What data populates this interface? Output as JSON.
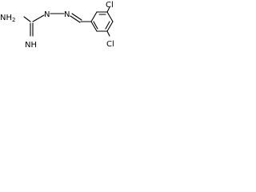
{
  "molecule": {
    "labels": {
      "nh2": "NH",
      "nh2_subscript": "2",
      "nh_imine": "NH",
      "n_hydrazone_1": "N",
      "n_hydrazone_2": "N",
      "cl_top": "Cl",
      "cl_bottom": "Cl"
    },
    "line_color": "#000000"
  }
}
